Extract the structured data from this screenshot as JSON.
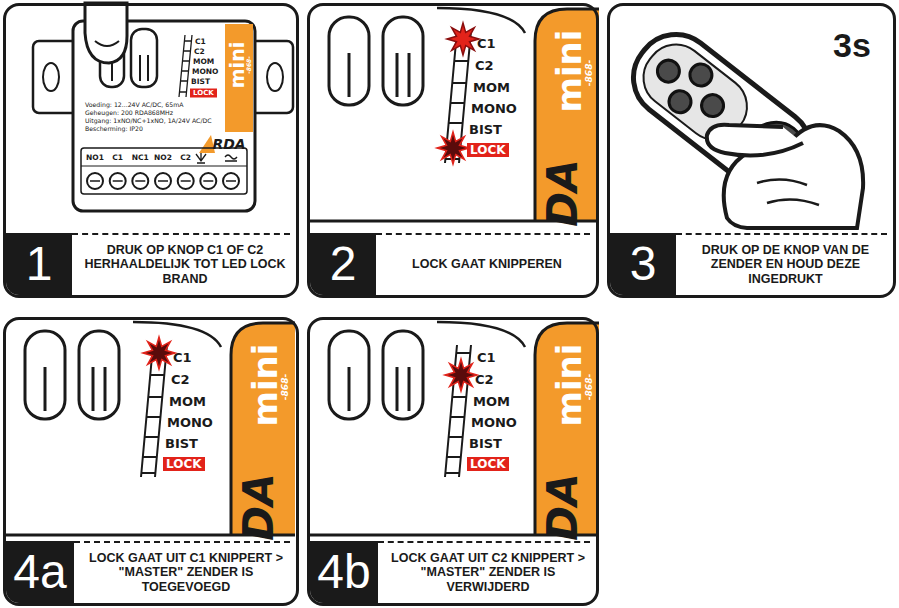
{
  "diagram": {
    "nodes": [
      {
        "text": [
          "1",
          "DRUK OP KNOP C1 OF C2 HERHAALDELIJK TOT LED LOCK BRAND"
        ]
      },
      {
        "text": [
          "2",
          "LOCK GAAT KNIPPEREN"
        ]
      },
      {
        "text": [
          "3",
          "DRUK OP DE KNOP VAN DE ZENDER EN HOUD DEZE INGEDRUKT"
        ]
      },
      {
        "text": [
          "4a",
          "LOCK GAAT UIT C1 KNIPPERT > \"MASTER\" ZENDER IS TOEGEVOEGD"
        ]
      },
      {
        "text": [
          "4b",
          "LOCK GAAT UIT C2 KNIPPERT > \"MASTER\" ZENDER IS VERWIJDERD"
        ]
      }
    ],
    "labels": [
      "C1",
      "C2",
      "MOM",
      "MONO",
      "BIST",
      "LOCK",
      "mini",
      "-868-",
      "RDA",
      "Voeding: 12...24V AC/DC, 65mA",
      "Geheugen: 200 RDA868MHz",
      "Uitgang: 1xNO/NC+1xNO, 1A/24V AC/DC",
      "Bescherming: IP20",
      "NO1",
      "C1",
      "NC1",
      "NO2",
      "C2",
      "C1",
      "C2",
      "MOM",
      "MONO",
      "BIST",
      "LOCK",
      "mini",
      "-868-",
      "DA",
      "3s",
      "C1",
      "C2",
      "MOM",
      "MONO",
      "BIST",
      "LOCK",
      "mini",
      "-868-",
      "DA",
      "C1",
      "C2",
      "MOM",
      "MONO",
      "BIST",
      "LOCK",
      "mini",
      "-868-",
      "DA"
    ]
  }
}
